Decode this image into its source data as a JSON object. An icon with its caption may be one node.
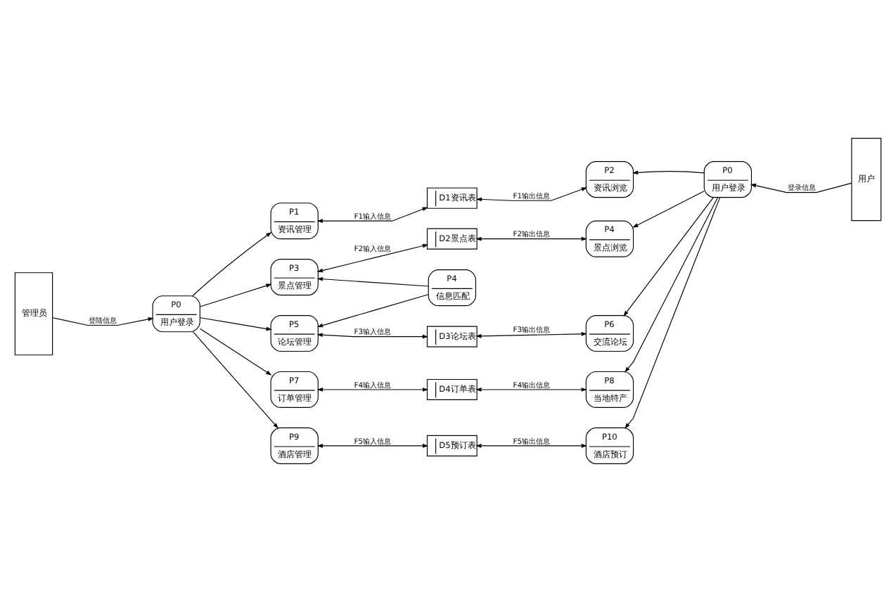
{
  "diagram": {
    "nodes": [
      {
        "text": [
          "P1",
          "资讯管理"
        ]
      },
      {
        "text": [
          "D1资讯表"
        ]
      },
      {
        "text": [
          "P2",
          "资讯浏览"
        ]
      },
      {
        "text": [
          "P3",
          "景点管理"
        ]
      },
      {
        "text": [
          "D2景点表"
        ]
      },
      {
        "text": [
          "P4",
          "景点浏览"
        ]
      },
      {
        "text": [
          "P4",
          "信息匹配"
        ]
      },
      {
        "text": [
          "管理员"
        ]
      },
      {
        "text": [
          "P0",
          "用户登录"
        ]
      },
      {
        "text": [
          "P5",
          "论坛管理"
        ]
      },
      {
        "text": [
          "D3论坛表"
        ]
      },
      {
        "text": [
          "P6",
          "交流论坛"
        ]
      },
      {
        "text": [
          "P0",
          "用户登录"
        ]
      },
      {
        "text": [
          "用户"
        ]
      },
      {
        "text": [
          "P7",
          "订单管理"
        ]
      },
      {
        "text": [
          "D4订单表"
        ]
      },
      {
        "text": [
          "P8",
          "当地特产"
        ]
      },
      {
        "text": [
          "P9",
          "酒店管理"
        ]
      },
      {
        "text": [
          "D5预订表"
        ]
      },
      {
        "text": [
          "P10",
          "酒店预订"
        ]
      }
    ],
    "edges": [
      {
        "from": 7,
        "to": 8,
        "arrow": "to",
        "label": "登陆信息"
      },
      {
        "from": 8,
        "to": 0,
        "arrow": "to"
      },
      {
        "from": 8,
        "to": 3,
        "arrow": "to"
      },
      {
        "from": 8,
        "to": 9,
        "arrow": "to"
      },
      {
        "from": 8,
        "to": 14,
        "arrow": "to"
      },
      {
        "from": 8,
        "to": 17,
        "arrow": "to"
      },
      {
        "from": 0,
        "to": 1,
        "arrow": "both",
        "label": "F1输入信息"
      },
      {
        "from": 1,
        "to": 2,
        "arrow": "both",
        "label": "F1输出信息"
      },
      {
        "from": 3,
        "to": 4,
        "arrow": "both",
        "label": "F2输入信息"
      },
      {
        "from": 4,
        "to": 5,
        "arrow": "both",
        "label": "F2输出信息"
      },
      {
        "from": 6,
        "to": 3,
        "arrow": "to"
      },
      {
        "from": 6,
        "to": 9,
        "arrow": "to"
      },
      {
        "from": 9,
        "to": 10,
        "arrow": "both",
        "label": "F3输入信息"
      },
      {
        "from": 10,
        "to": 11,
        "arrow": "both",
        "label": "F3输出信息"
      },
      {
        "from": 14,
        "to": 15,
        "arrow": "both",
        "label": "F4输入信息"
      },
      {
        "from": 15,
        "to": 16,
        "arrow": "both",
        "label": "F4输出信息"
      },
      {
        "from": 17,
        "to": 18,
        "arrow": "both",
        "label": "F5输入信息"
      },
      {
        "from": 18,
        "to": 19,
        "arrow": "both",
        "label": "F5输出信息"
      },
      {
        "from": 13,
        "to": 12,
        "arrow": "to",
        "label": "登录信息"
      },
      {
        "from": 12,
        "to": 2,
        "arrow": "to"
      },
      {
        "from": 12,
        "to": 5,
        "arrow": "to"
      },
      {
        "from": 12,
        "to": 11,
        "arrow": "to"
      },
      {
        "from": 12,
        "to": 16,
        "arrow": "to"
      },
      {
        "from": 12,
        "to": 19,
        "arrow": "to"
      }
    ]
  }
}
